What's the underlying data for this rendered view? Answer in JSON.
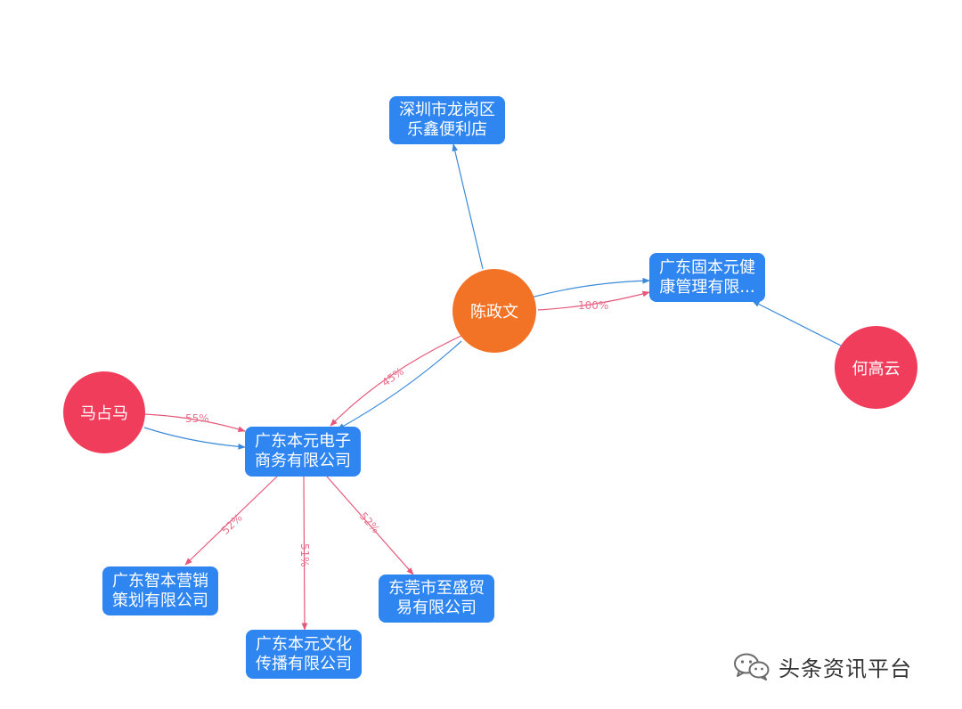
{
  "colors": {
    "person_main": "#f37326",
    "person_other": "#f03d5b",
    "company": "#2f86f0",
    "edge_blue": "#3b8ad9",
    "edge_red": "#e6587a"
  },
  "people": [
    {
      "id": "chen",
      "name": "陈政文",
      "color": "#f37326"
    },
    {
      "id": "ma",
      "name": "马占马",
      "color": "#f03d5b"
    },
    {
      "id": "he",
      "name": "何高云",
      "color": "#f03d5b"
    }
  ],
  "companies": [
    {
      "id": "shenzhen",
      "line1": "深圳市龙岗区",
      "line2": "乐鑫便利店"
    },
    {
      "id": "guben",
      "line1": "广东固本元健",
      "line2": "康管理有限..."
    },
    {
      "id": "dianzi",
      "line1": "广东本元电子",
      "line2": "商务有限公司"
    },
    {
      "id": "zhiben",
      "line1": "广东智本营销",
      "line2": "策划有限公司"
    },
    {
      "id": "wenhua",
      "line1": "广东本元文化",
      "line2": "传播有限公司"
    },
    {
      "id": "dongguan",
      "line1": "东莞市至盛贸",
      "line2": "易有限公司"
    }
  ],
  "edges": [
    {
      "from": "chen",
      "to": "shenzhen",
      "type": "blue",
      "label": ""
    },
    {
      "from": "chen",
      "to": "guben",
      "type": "blue",
      "label": ""
    },
    {
      "from": "chen",
      "to": "guben",
      "type": "red",
      "label": "100%"
    },
    {
      "from": "he",
      "to": "guben",
      "type": "blue",
      "label": ""
    },
    {
      "from": "chen",
      "to": "dianzi",
      "type": "red",
      "label": "45%"
    },
    {
      "from": "chen",
      "to": "dianzi",
      "type": "blue",
      "label": ""
    },
    {
      "from": "ma",
      "to": "dianzi",
      "type": "red",
      "label": "55%"
    },
    {
      "from": "ma",
      "to": "dianzi",
      "type": "blue",
      "label": ""
    },
    {
      "from": "dianzi",
      "to": "zhiben",
      "type": "red",
      "label": "52%"
    },
    {
      "from": "dianzi",
      "to": "wenhua",
      "type": "red",
      "label": "51%"
    },
    {
      "from": "dianzi",
      "to": "dongguan",
      "type": "red",
      "label": "52%"
    }
  ],
  "watermark": {
    "text": "头条资讯平台",
    "icon": "wechat-icon"
  }
}
